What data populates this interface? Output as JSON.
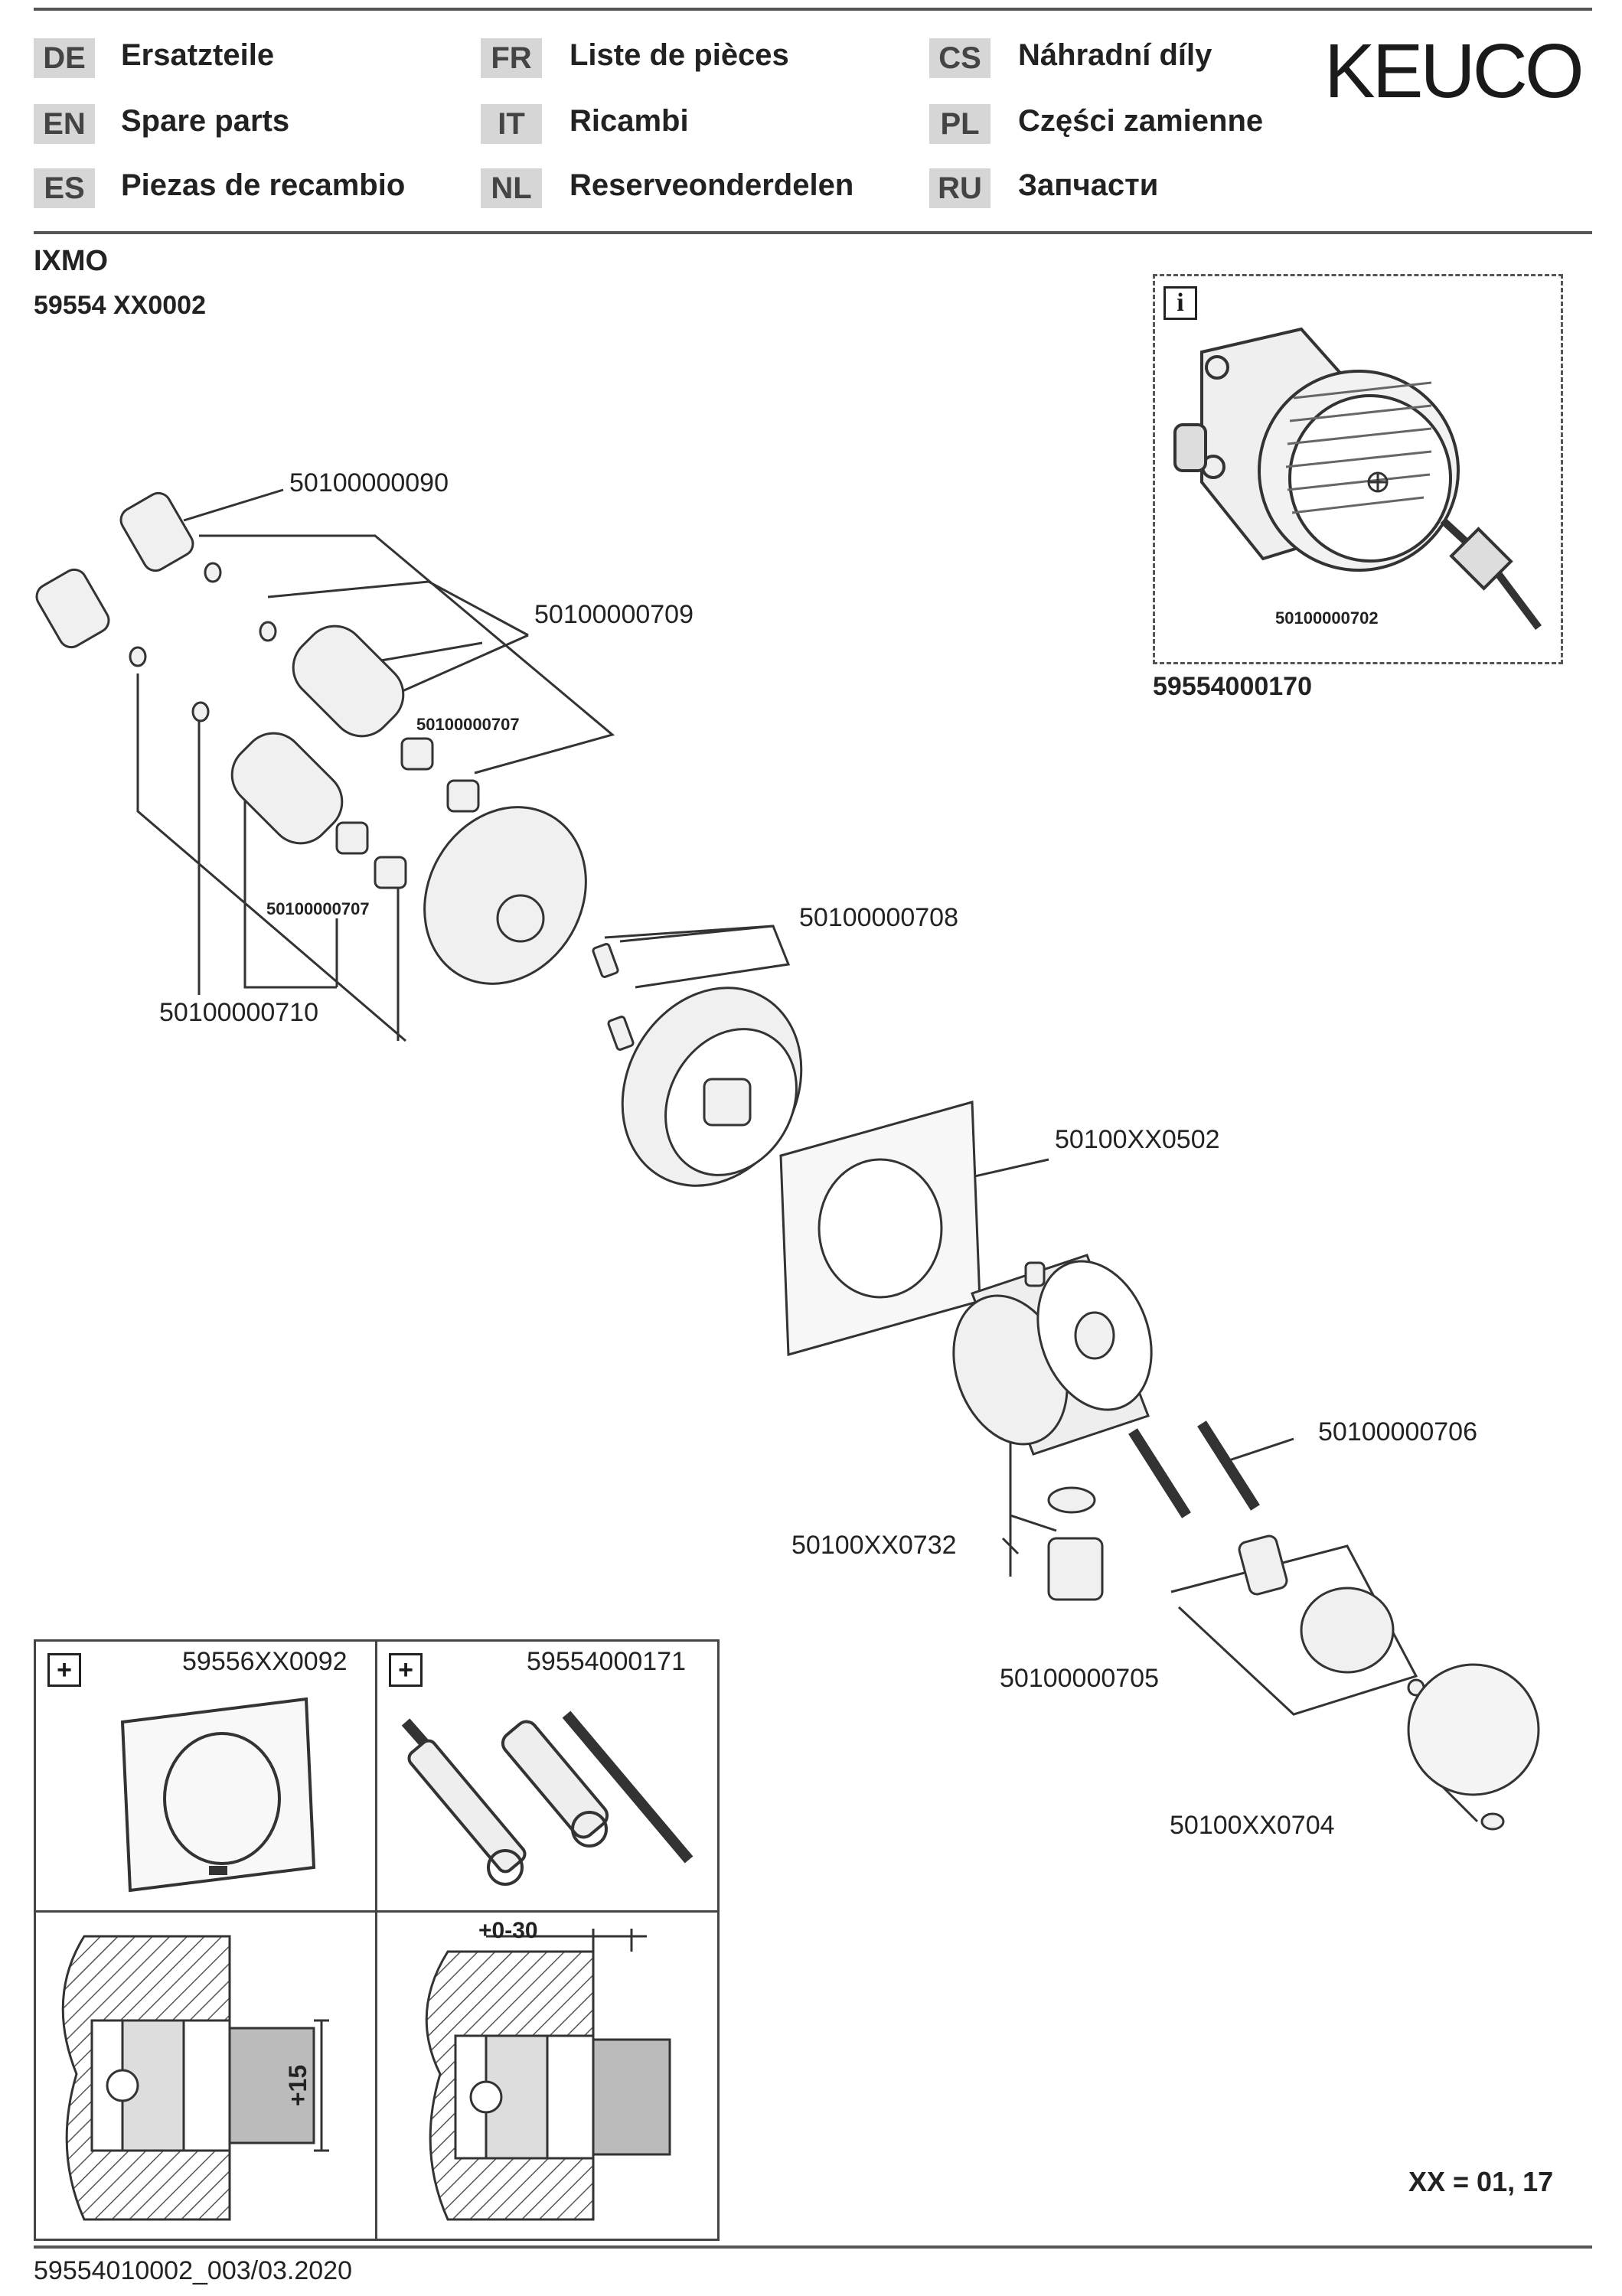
{
  "brand": "KEUCO",
  "languages": [
    {
      "code": "DE",
      "label": "Ersatzteile"
    },
    {
      "code": "EN",
      "label": "Spare parts"
    },
    {
      "code": "ES",
      "label": "Piezas de recambio"
    },
    {
      "code": "FR",
      "label": "Liste de pièces"
    },
    {
      "code": "IT",
      "label": "Ricambi"
    },
    {
      "code": "NL",
      "label": "Reserveonderdelen"
    },
    {
      "code": "CS",
      "label": "Náhradní díly"
    },
    {
      "code": "PL",
      "label": "Części zamienne"
    },
    {
      "code": "RU",
      "label": "Запчасти"
    }
  ],
  "product": {
    "name": "IXMO",
    "number": "59554 XX0002"
  },
  "info_box": {
    "icon": "info-icon",
    "label": "i",
    "part_inner": "50100000702",
    "part": "59554000170"
  },
  "parts": {
    "p090": "50100000090",
    "p709": "50100000709",
    "p707a": "50100000707",
    "p707b": "50100000707",
    "p710": "50100000710",
    "p708": "50100000708",
    "p502": "50100XX0502",
    "p706": "50100000706",
    "p732": "50100XX0732",
    "p705": "50100000705",
    "p704": "50100XX0704"
  },
  "accessories": [
    {
      "icon": "plus-icon",
      "label": "+",
      "part": "59556XX0092"
    },
    {
      "icon": "plus-icon",
      "label": "+",
      "part": "59554000171"
    }
  ],
  "dimensions": {
    "depth": "+15",
    "extension": "+0-30"
  },
  "finish_note": "XX = 01, 17",
  "footer": "59554010002_003/03.2020"
}
